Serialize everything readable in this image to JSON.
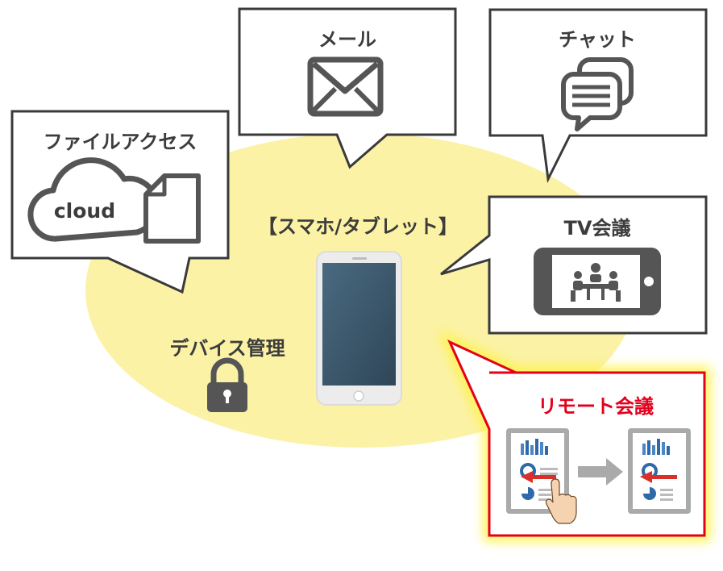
{
  "center": {
    "label": "【スマホ/タブレット】"
  },
  "features": {
    "file_access": {
      "label": "ファイルアクセス",
      "cloud_text": "cloud"
    },
    "mail": {
      "label": "メール"
    },
    "chat": {
      "label": "チャット"
    },
    "tv_conference": {
      "label": "TV会議"
    },
    "remote_conference": {
      "label": "リモート会議",
      "highlight": true
    },
    "device_management": {
      "label": "デバイス管理"
    }
  },
  "icons": [
    "cloud-icon",
    "document-icon",
    "envelope-icon",
    "chat-bubbles-icon",
    "meeting-screen-icon",
    "padlock-icon",
    "smartphone-icon",
    "tablet-report-icon",
    "arrow-right-icon",
    "pointing-hand-icon"
  ],
  "colors": {
    "background_blob": "#fbf2a6",
    "box_border": "#3a3a3a",
    "icon_gray": "#555555",
    "highlight_red": "#e3001b",
    "highlight_glow": "#fff34a",
    "screen_blue": "#3e566b"
  }
}
